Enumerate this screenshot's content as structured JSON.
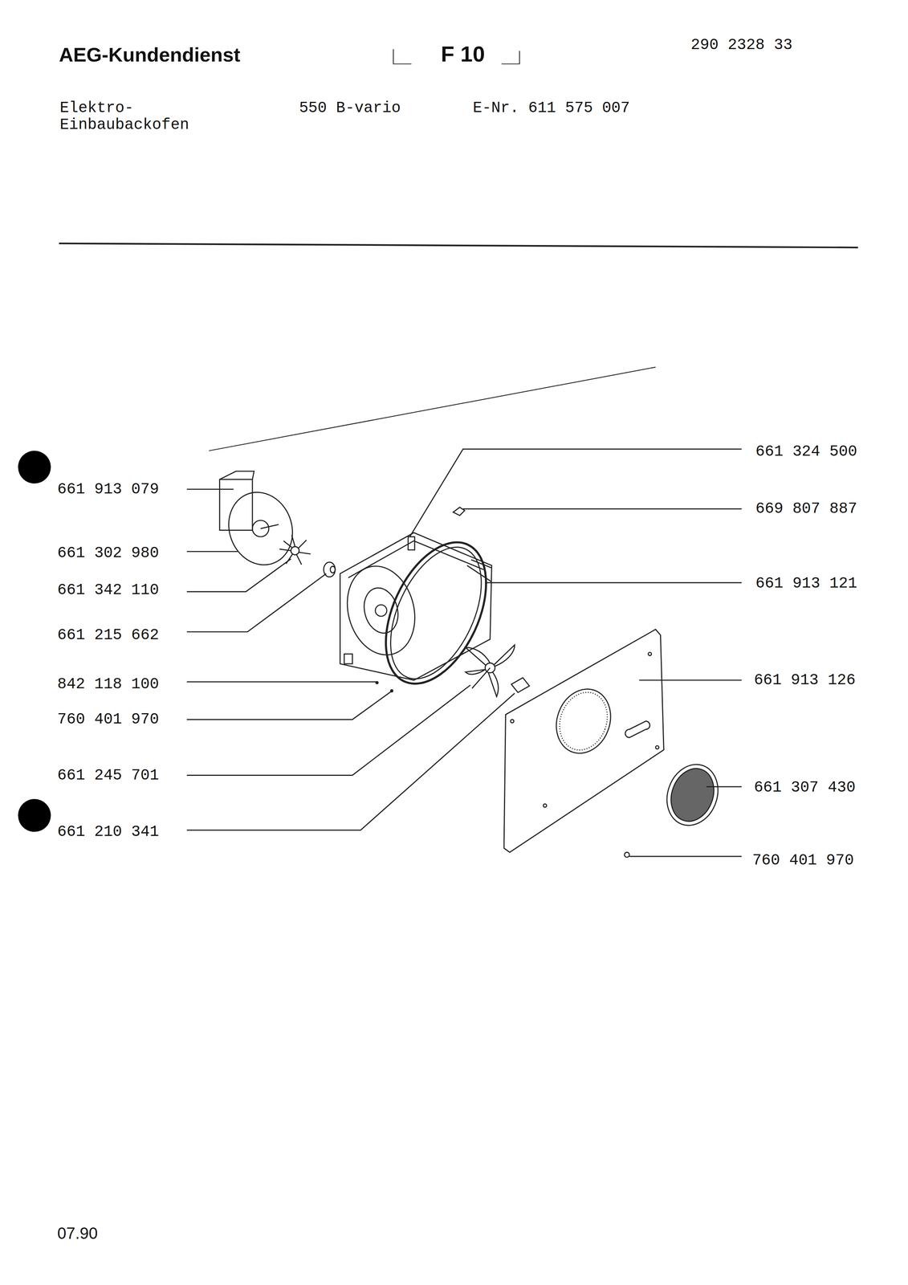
{
  "diagram": {
    "title": "AEG-Kundendienst",
    "labels": [
      "F 10",
      "290 2328 33",
      "Elektro- Einbaubackofen",
      "550 B-vario",
      "E-Nr. 611 575 007",
      "661 913 079",
      "661 302 980",
      "661 342 110",
      "661 215 662",
      "842 118 100",
      "760 401 970",
      "661 245 701",
      "661 210 341",
      "661 324 500",
      "669 807 887",
      "661 913 121",
      "661 913 126",
      "661 307 430",
      "760 401 970",
      "07.90"
    ]
  }
}
